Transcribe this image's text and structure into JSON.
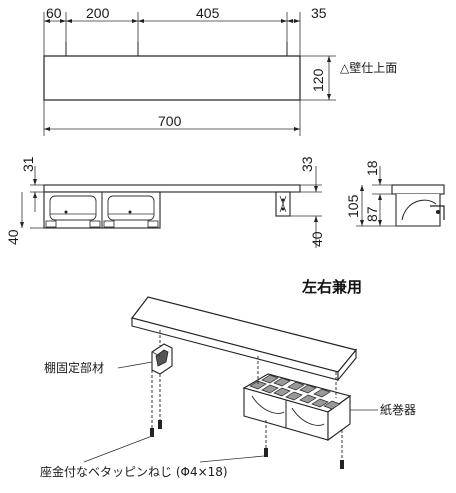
{
  "top_view": {
    "dims": [
      "60",
      "200",
      "405",
      "35"
    ],
    "height": "120",
    "width": "700",
    "wall_note": "△壁仕上面"
  },
  "front_view": {
    "left_top": "31",
    "left_bottom": "40",
    "right_top": "33",
    "right_bottom": "40"
  },
  "side_view": {
    "top": "18",
    "total": "105",
    "lower": "87"
  },
  "assembly": {
    "title": "左右兼用",
    "bracket_label": "棚固定部材",
    "holder_label": "紙巻器",
    "screw_label": "座金付なベタッピンねじ (Φ4×18)"
  }
}
